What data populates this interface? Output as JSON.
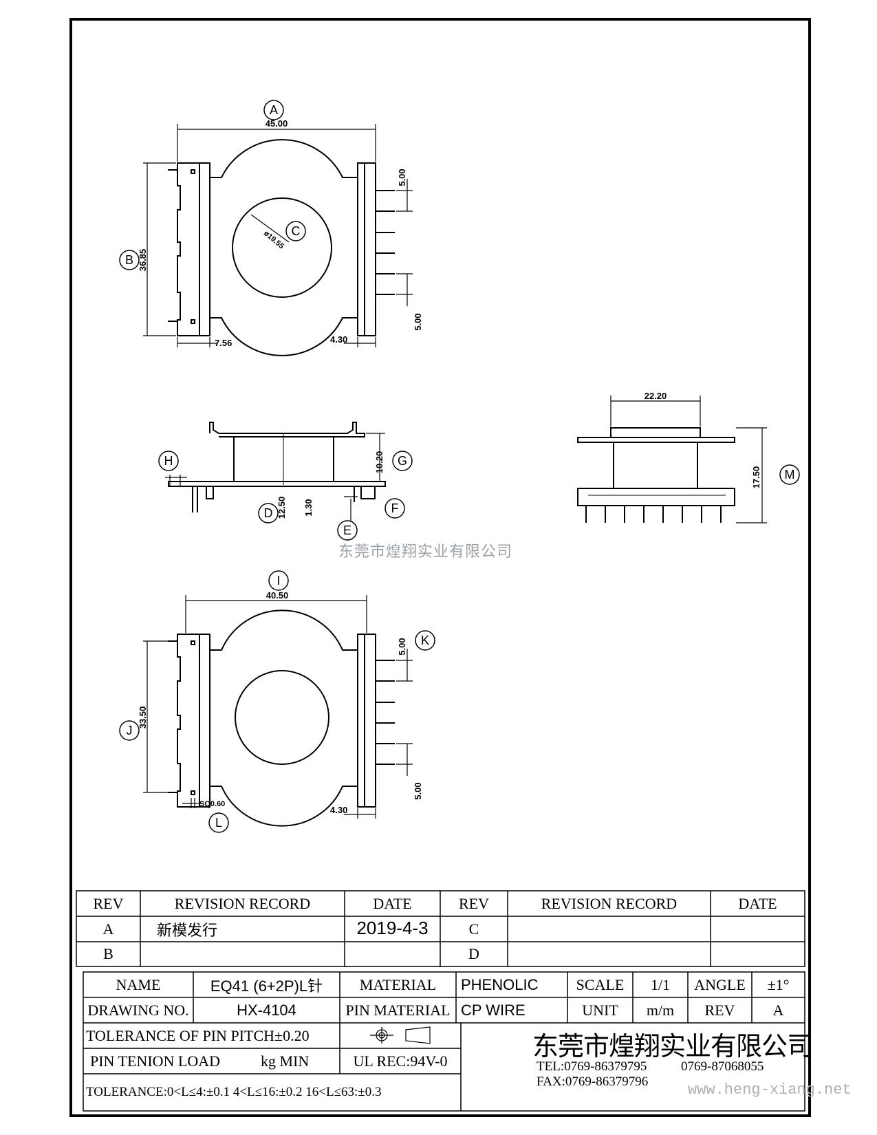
{
  "drawing": {
    "views": {
      "top": {
        "marks": {
          "A": "A",
          "B": "B",
          "C": "C"
        },
        "dims": {
          "width": "45.00",
          "height": "36.85",
          "pitch_top": "5.00",
          "pitch_bottom": "5.00",
          "left_offset": "7.56",
          "right_offset": "4.30",
          "diameter": "ø19.55"
        }
      },
      "side": {
        "marks": {
          "D": "D",
          "E": "E",
          "F": "F",
          "G": "G",
          "H": "H"
        },
        "dims": {
          "d": "12.50",
          "e": "1.30",
          "g": "10.20"
        }
      },
      "end": {
        "marks": {
          "M": "M"
        },
        "dims": {
          "width": "22.20",
          "height": "17.50"
        }
      },
      "bottom": {
        "marks": {
          "I": "I",
          "J": "J",
          "K": "K",
          "L": "L"
        },
        "dims": {
          "width": "40.50",
          "height": "33.50",
          "pitch_top": "5.00",
          "pitch_bottom": "5.00",
          "pin": "SQ0.60",
          "right_offset": "4.30"
        }
      }
    },
    "watermark": "东莞市煌翔实业有限公司"
  },
  "revisions": {
    "headers": {
      "rev": "REV",
      "record": "REVISION RECORD",
      "date": "DATE"
    },
    "rows": [
      {
        "rev": "A",
        "record": "新模发行",
        "date": "2019-4-3",
        "rev2": "C",
        "record2": "",
        "date2": ""
      },
      {
        "rev": "B",
        "record": "",
        "date": "",
        "rev2": "D",
        "record2": "",
        "date2": ""
      }
    ]
  },
  "title_block": {
    "name_label": "NAME",
    "name_value": "EQ41 (6+2P)L针",
    "material_label": "MATERIAL",
    "material_value": "PHENOLIC",
    "scale_label": "SCALE",
    "scale_value": "1/1",
    "angle_label": "ANGLE",
    "angle_value": "±1°",
    "drawing_no_label": "DRAWING NO.",
    "drawing_no_value": "HX-4104",
    "pin_material_label": "PIN MATERIAL",
    "pin_material_value": "CP WIRE",
    "unit_label": "UNIT",
    "unit_value": "m/m",
    "rev_label": "REV",
    "rev_value": "A",
    "tolerance_pitch": "TOLERANCE OF PIN PITCH±0.20",
    "pin_tenion": "PIN TENION LOAD",
    "pin_tenion_unit": "kg MIN",
    "ul_rec": "UL REC:94V-0",
    "tolerance_ranges": "TOLERANCE:0<L≤4:±0.1  4<L≤16:±0.2  16<L≤63:±0.3",
    "company": "东莞市煌翔实业有限公司",
    "tel": "TEL:0769-86379795",
    "tel2": "0769-87068055",
    "fax": "FAX:0769-86379796",
    "website": "www.heng-xiang.net"
  }
}
